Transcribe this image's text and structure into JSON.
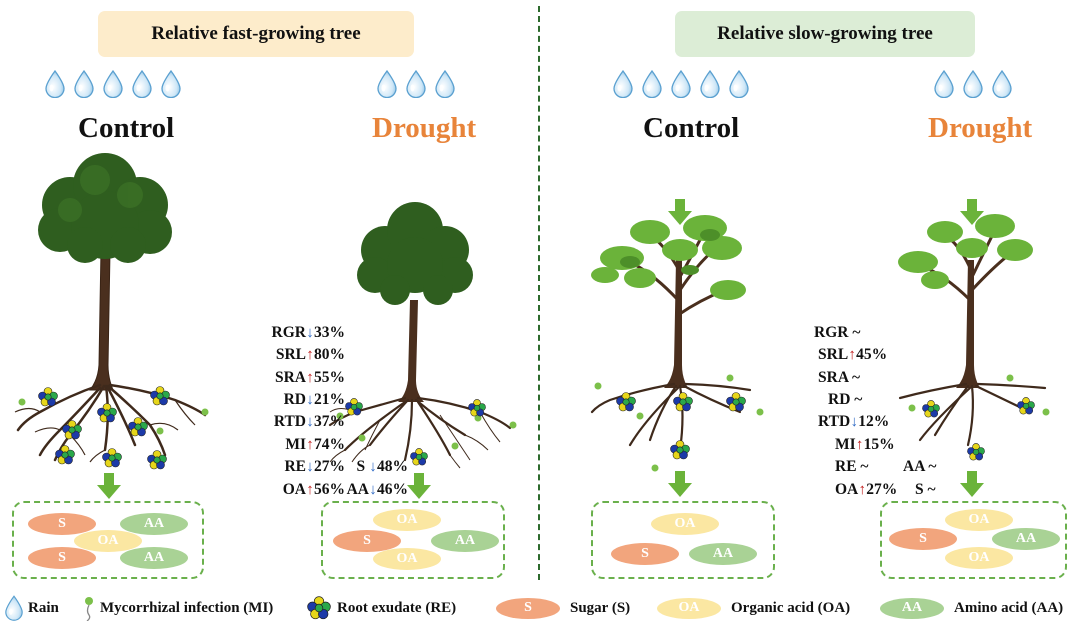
{
  "headers": {
    "fast": "Relative fast-growing tree",
    "slow": "Relative slow-growing tree"
  },
  "conditions": {
    "fast_control": "Control",
    "fast_drought": "Drought",
    "slow_control": "Control",
    "slow_drought": "Drought"
  },
  "rain_drops": {
    "control": 5,
    "drought": 3
  },
  "fast_metrics": [
    {
      "label": "RGR",
      "dir": "down",
      "value": "33%"
    },
    {
      "label": "SRL",
      "dir": "up",
      "value": "80%"
    },
    {
      "label": "SRA",
      "dir": "up",
      "value": "55%"
    },
    {
      "label": "RD",
      "dir": "down",
      "value": "21%"
    },
    {
      "label": "RTD",
      "dir": "down",
      "value": "37%"
    },
    {
      "label": "MI",
      "dir": "up",
      "value": "74%"
    },
    {
      "label": "RE",
      "dir": "down",
      "value": "27%"
    },
    {
      "label": "OA",
      "dir": "up",
      "value": "56%"
    }
  ],
  "fast_extra": [
    {
      "label": "S",
      "dir": "down",
      "value": "48%"
    },
    {
      "label": "AA",
      "dir": "down",
      "value": "46%"
    }
  ],
  "slow_metrics": [
    {
      "label": "RGR",
      "dir": "none",
      "value": "~"
    },
    {
      "label": "SRL",
      "dir": "up",
      "value": "45%"
    },
    {
      "label": "SRA",
      "dir": "none",
      "value": "~"
    },
    {
      "label": "RD",
      "dir": "none",
      "value": "~"
    },
    {
      "label": "RTD",
      "dir": "down",
      "value": "12%"
    },
    {
      "label": "MI",
      "dir": "up",
      "value": "15%"
    },
    {
      "label": "RE",
      "dir": "none",
      "value": "~"
    },
    {
      "label": "OA",
      "dir": "up",
      "value": "27%"
    }
  ],
  "slow_extra": [
    {
      "label": "AA",
      "dir": "none",
      "value": "~"
    },
    {
      "label": "S",
      "dir": "none",
      "value": "~"
    }
  ],
  "boxes": {
    "fast_control": [
      "S",
      "AA",
      "OA",
      "S",
      "AA"
    ],
    "fast_drought": [
      "OA",
      "S",
      "AA",
      "OA"
    ],
    "slow_control": [
      "OA",
      "S",
      "AA"
    ],
    "slow_drought": [
      "OA",
      "S",
      "AA",
      "OA"
    ]
  },
  "legend": {
    "rain": "Rain",
    "mi": "Mycorrhizal infection (MI)",
    "re": "Root exudate (RE)",
    "sugar_abbr": "S",
    "sugar": "Sugar (S)",
    "oa_abbr": "OA",
    "oa": "Organic acid (OA)",
    "aa_abbr": "AA",
    "aa": "Amino acid (AA)"
  },
  "colors": {
    "drought_text": "#e8843a",
    "up_arrow": "#c21b1b",
    "down_arrow": "#2d68c4",
    "sugar": "#f2a57d",
    "organic_acid": "#fbe7a2",
    "amino_acid": "#a9d295",
    "dark_canopy": "#2f5e1f",
    "light_canopy": "#6bb33a",
    "trunk": "#4a2f1e"
  }
}
